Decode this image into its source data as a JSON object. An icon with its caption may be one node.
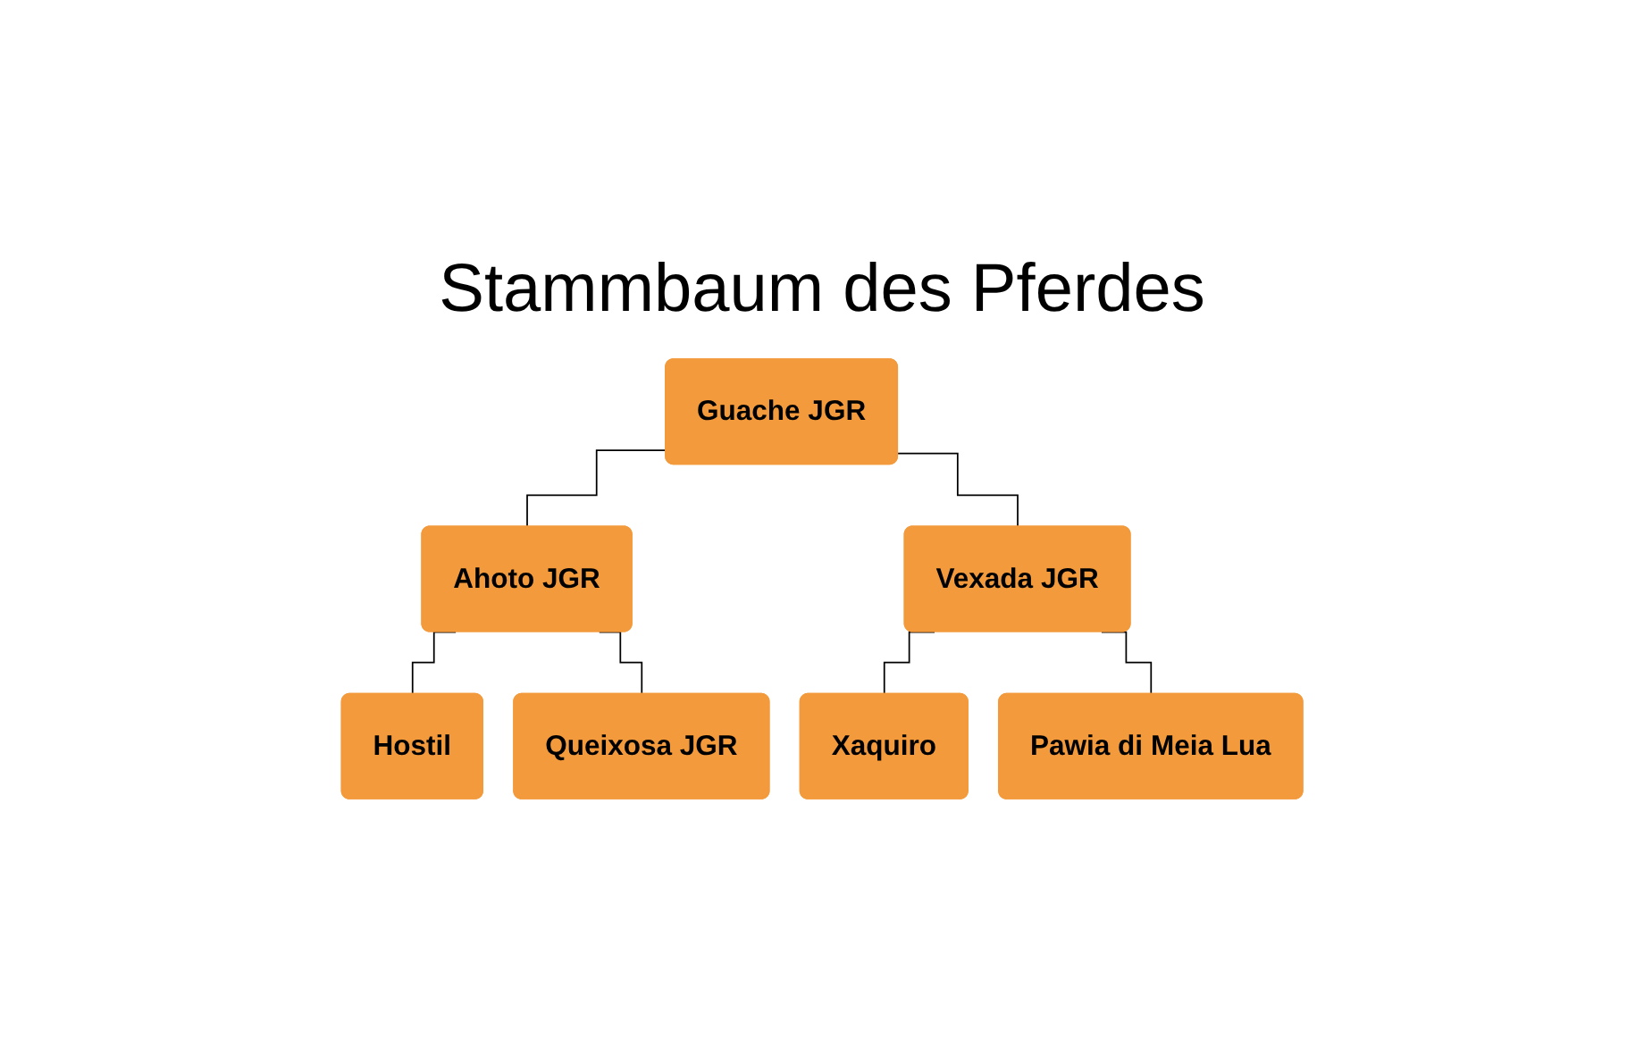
{
  "diagram": {
    "title": "Stammbaum des Pferdes",
    "nodes": [
      {
        "text": [
          "Guache JGR"
        ]
      },
      {
        "text": [
          "Ahoto JGR"
        ]
      },
      {
        "text": [
          "Vexada JGR"
        ]
      },
      {
        "text": [
          "Hostil"
        ]
      },
      {
        "text": [
          "Queixosa JGR"
        ]
      },
      {
        "text": [
          "Xaquiro"
        ]
      },
      {
        "text": [
          "Pawia di Meia Lua"
        ]
      }
    ],
    "edges": [
      {
        "from": 0,
        "to": 1,
        "arrow": "none"
      },
      {
        "from": 0,
        "to": 2,
        "arrow": "none"
      },
      {
        "from": 1,
        "to": 3,
        "arrow": "none"
      },
      {
        "from": 1,
        "to": 4,
        "arrow": "none"
      },
      {
        "from": 2,
        "to": 5,
        "arrow": "none"
      },
      {
        "from": 2,
        "to": 6,
        "arrow": "none"
      }
    ]
  }
}
